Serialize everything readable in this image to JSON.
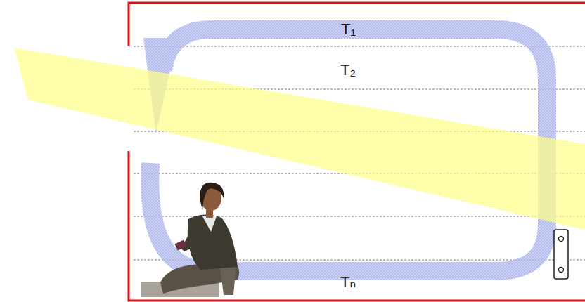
{
  "diagram": {
    "labels": [
      "T₁",
      "T₂",
      "Tₙ"
    ]
  }
}
